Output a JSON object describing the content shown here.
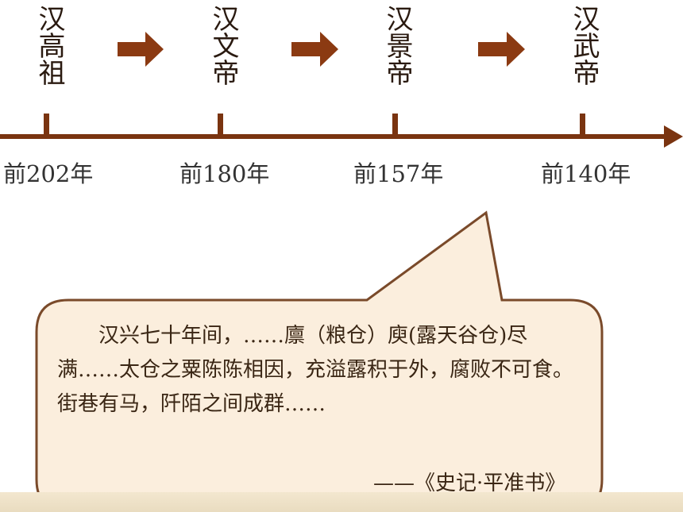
{
  "timeline": {
    "emperors": [
      {
        "name": "汉高祖",
        "year": "前202年"
      },
      {
        "name": "汉文帝",
        "year": "前180年"
      },
      {
        "name": "汉景帝",
        "year": "前157年"
      },
      {
        "name": "汉武帝",
        "year": "前140年"
      }
    ],
    "colors": {
      "axis": "#7a3410",
      "arrow": "#8b3a12"
    }
  },
  "quote": {
    "text": "汉兴七十年间，……廪（粮仓）庾(露天谷仓)尽满……太仓之粟陈陈相因，充溢露积于外，腐败不可食。街巷有马，阡陌之间成群……",
    "source": "——《史记·平准书》",
    "colors": {
      "fill": "#fbeedd",
      "border": "#7a4a2a"
    }
  }
}
